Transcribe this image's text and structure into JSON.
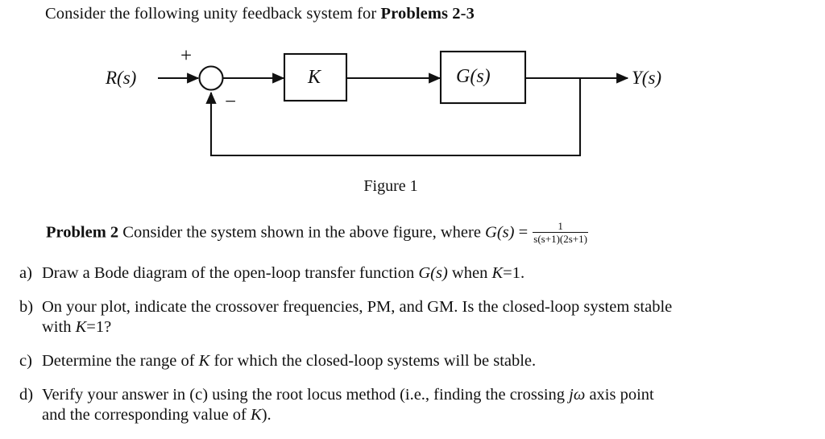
{
  "document": {
    "intro": {
      "text_before": "Consider the following unity feedback system for ",
      "text_bold": "Problems 2-3"
    },
    "figure": {
      "caption": "Figure 1",
      "input_label": "R(s)",
      "output_label": "Y(s)",
      "gain_block_label": "K",
      "plant_block_label": "G(s)",
      "sum_positive_sign": "+",
      "sum_negative_sign": "−"
    },
    "problem": {
      "heading": "Problem 2",
      "body_before": " Consider the system shown in the above figure, where ",
      "transfer_symbol": "G(s)",
      "equals": " = ",
      "fraction_numerator": "1",
      "fraction_denominator": "s(s+1)(2s+1)"
    },
    "tasks": [
      {
        "marker": "a)",
        "lines": [
          "Draw a Bode diagram of the open-loop transfer function G(s) when K=1."
        ]
      },
      {
        "marker": "b)",
        "lines": [
          "On your plot, indicate the crossover frequencies, PM, and GM. Is the closed-loop system stable",
          "with K=1?"
        ]
      },
      {
        "marker": "c)",
        "lines": [
          "Determine the range of K for which the closed-loop systems will be stable."
        ]
      },
      {
        "marker": "d)",
        "lines": [
          "Verify your answer in (c) using the root locus method (i.e., finding the crossing jω axis point",
          "and the corresponding value of K)."
        ]
      }
    ],
    "colors": {
      "ink": "#111111",
      "paper": "#ffffff"
    }
  }
}
